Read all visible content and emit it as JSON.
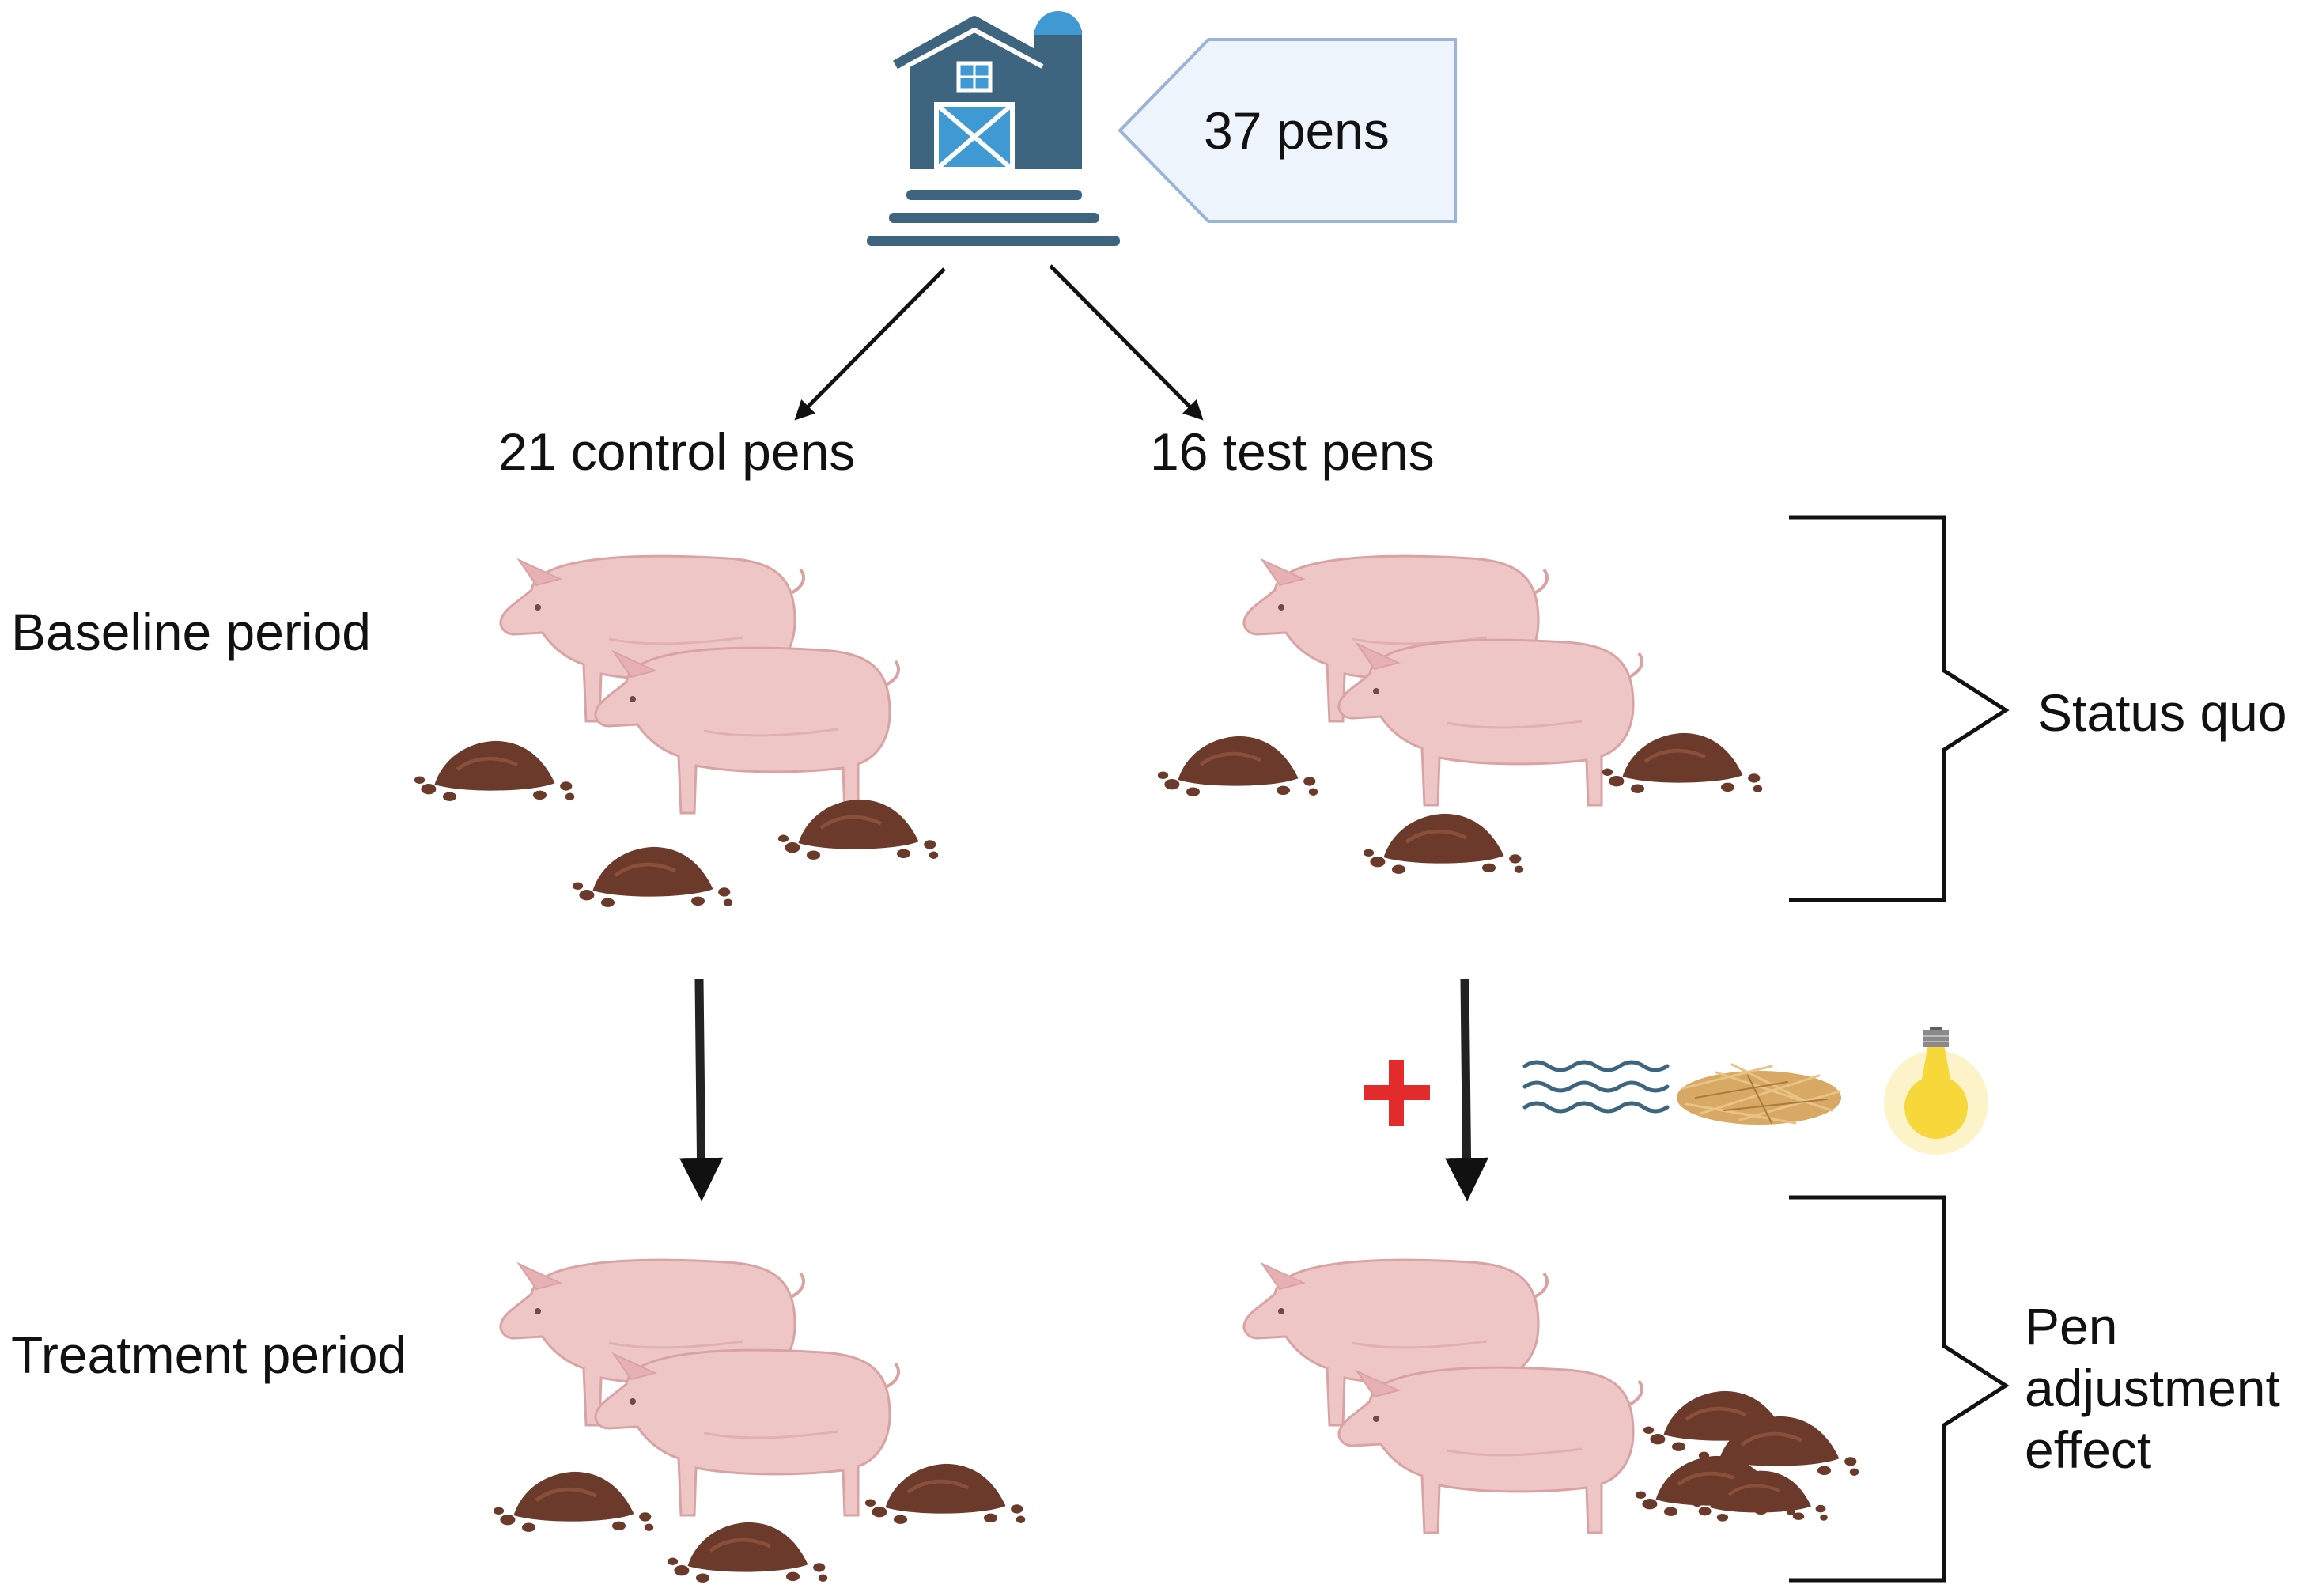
{
  "farm": {
    "pens_label": "37 pens"
  },
  "groups": {
    "control_label": "21 control pens",
    "test_label": "16 test pens"
  },
  "periods": {
    "baseline_label": "Baseline period",
    "treatment_label": "Treatment period"
  },
  "brackets": {
    "status_quo_label": "Status quo",
    "pen_adjustment_label": "Pen adjustment effect"
  },
  "adjustments": {
    "icons": [
      "plus-icon",
      "water-icon",
      "straw-icon",
      "light-bulb-icon"
    ]
  },
  "colors": {
    "barn": "#3d6580",
    "barn_door": "#3f9ad3",
    "callout_fill": "#eef4fc",
    "callout_stroke": "#9ab3d6",
    "pig": "#efc6c6",
    "pig_outline": "#d9a3a4",
    "manure": "#6b3a2a",
    "plus": "#e32b2b",
    "bulb": "#f7d83a"
  }
}
